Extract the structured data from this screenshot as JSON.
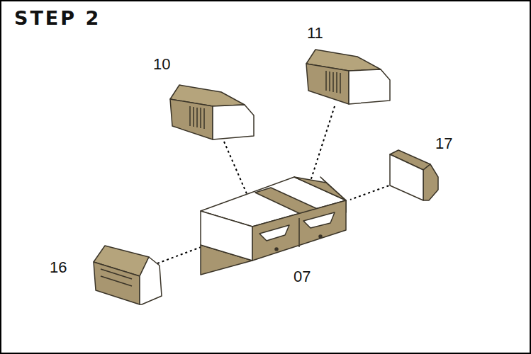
{
  "diagram": {
    "title": "STEP 2",
    "labels": [
      "10",
      "11",
      "17",
      "16",
      "07"
    ]
  }
}
